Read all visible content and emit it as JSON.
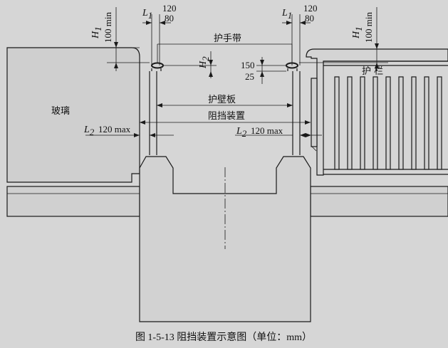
{
  "labels": {
    "glass": "玻璃",
    "handrail_belt": "护手带",
    "guardrail": "护  栏",
    "skirt_panel": "护壁板",
    "barrier_device": "阻挡装置"
  },
  "dims": {
    "h1": "H",
    "h1_sub": "1",
    "h1_val": "100 min",
    "l1": "L",
    "l1_sub": "1",
    "l1_top": "120",
    "l1_bot": "80",
    "h2": "H",
    "h2_sub": "2",
    "d150": "150",
    "d25": "25",
    "l2": "L",
    "l2_sub": "2",
    "l2_val": "120 max"
  },
  "caption": "图 1-5-13    阻挡装置示意图（单位：mm）"
}
